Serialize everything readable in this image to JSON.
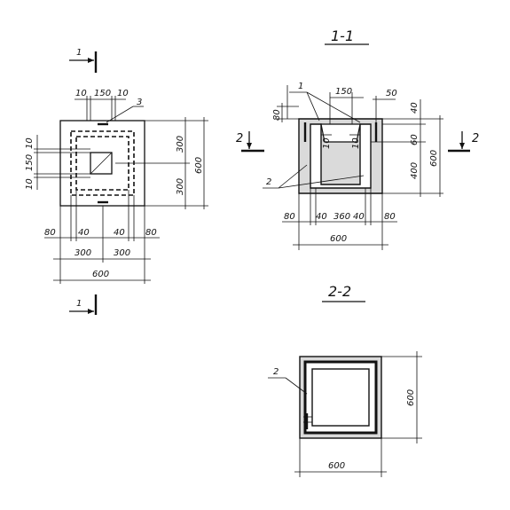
{
  "plan": {
    "section_mark": "1",
    "dims": {
      "top_10_left": "10",
      "top_150": "150",
      "top_10_right": "10",
      "callout_3": "3",
      "left_10_top": "10",
      "left_150": "150",
      "left_10_bottom": "10",
      "right_300_top": "300",
      "right_300_bottom": "300",
      "right_600": "600",
      "bot_80_left": "80",
      "bot_40_left": "40",
      "bot_40_right": "40",
      "bot_80_right": "80",
      "bot_300_left": "300",
      "bot_300_right": "300",
      "bot_600": "600"
    }
  },
  "section_1_1": {
    "title": "1-1",
    "cut_mark": "2",
    "dims": {
      "callout_1": "1",
      "top_150": "150",
      "top_50": "50",
      "left_80": "80",
      "right_40": "40",
      "right_60": "60",
      "right_400": "400",
      "right_600": "600",
      "inner_10_left": "10",
      "inner_10_right": "10",
      "callout_2": "2",
      "bot_80_left": "80",
      "bot_40_left": "40",
      "bot_360": "360",
      "bot_40_right": "40",
      "bot_80_right": "80",
      "bot_600": "600"
    }
  },
  "section_2_2": {
    "title": "2-2",
    "callout_2": "2",
    "right_600": "600",
    "bot_600": "600"
  }
}
